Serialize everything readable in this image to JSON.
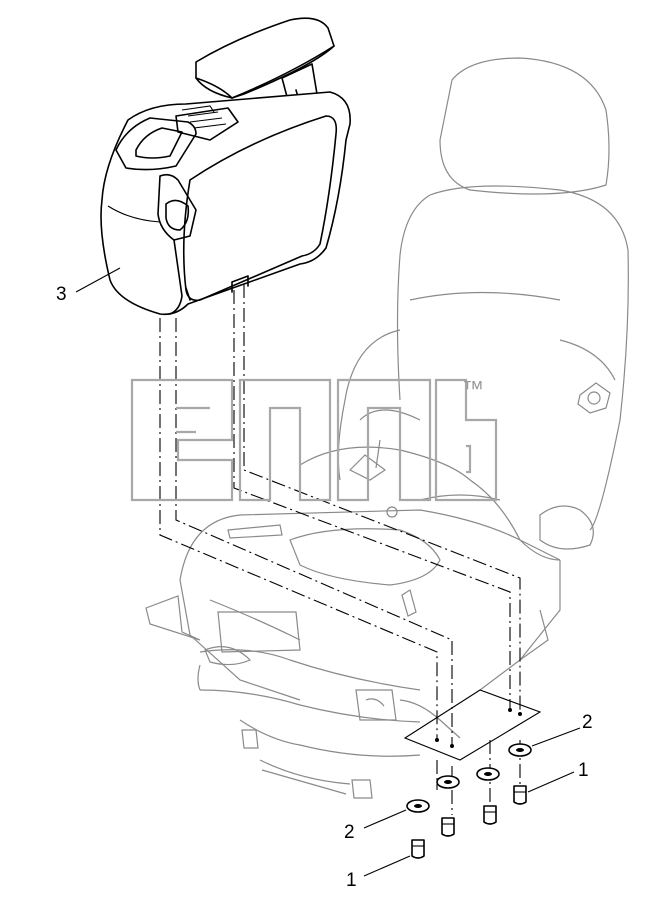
{
  "callouts": {
    "console": "3",
    "washer_right": "2",
    "washer_left": "2",
    "bolt_right": "1",
    "bolt_left": "1"
  },
  "watermark": {
    "trademark": "™"
  },
  "colors": {
    "line": "#000000",
    "background": "#ffffff",
    "watermark": "#a8a8a8"
  }
}
